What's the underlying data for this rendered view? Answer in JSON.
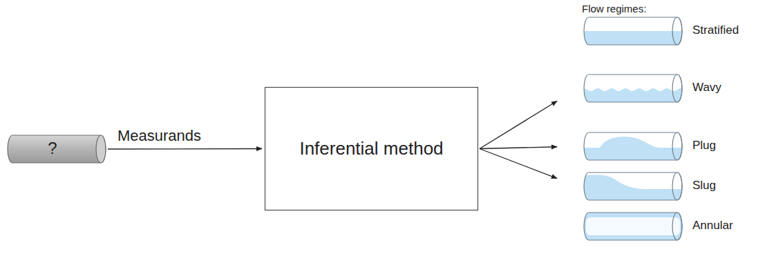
{
  "diagram": {
    "nodes": [
      {
        "text": [
          "?"
        ]
      },
      {
        "text": [
          "Inferential method"
        ]
      },
      {
        "text": [
          "Stratified"
        ]
      },
      {
        "text": [
          "Wavy"
        ]
      },
      {
        "text": [
          "Plug"
        ]
      },
      {
        "text": [
          "Slug"
        ]
      },
      {
        "text": [
          "Annular"
        ]
      }
    ],
    "edges": [
      {
        "from": 0,
        "to": 1,
        "label": "Measurands",
        "arrow": "to"
      },
      {
        "from": 1,
        "to": 3,
        "arrow": "to"
      },
      {
        "from": 1,
        "to": 4,
        "arrow": "to"
      },
      {
        "from": 1,
        "to": 5,
        "arrow": "to"
      }
    ],
    "labels": [
      "Flow regimes:"
    ]
  }
}
